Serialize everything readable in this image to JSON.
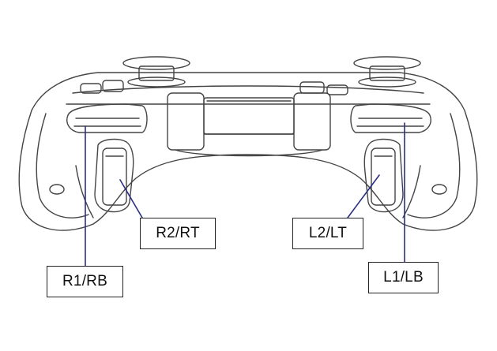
{
  "diagram": {
    "colors": {
      "outline": "#444444",
      "leader_line": "#2b2f86",
      "label_border": "#222222"
    },
    "controller_view": "rear shoulder buttons line drawing",
    "labels": {
      "r2": "R2/RT",
      "r1": "R1/RB",
      "l2": "L2/LT",
      "l1": "L1/LB"
    }
  }
}
